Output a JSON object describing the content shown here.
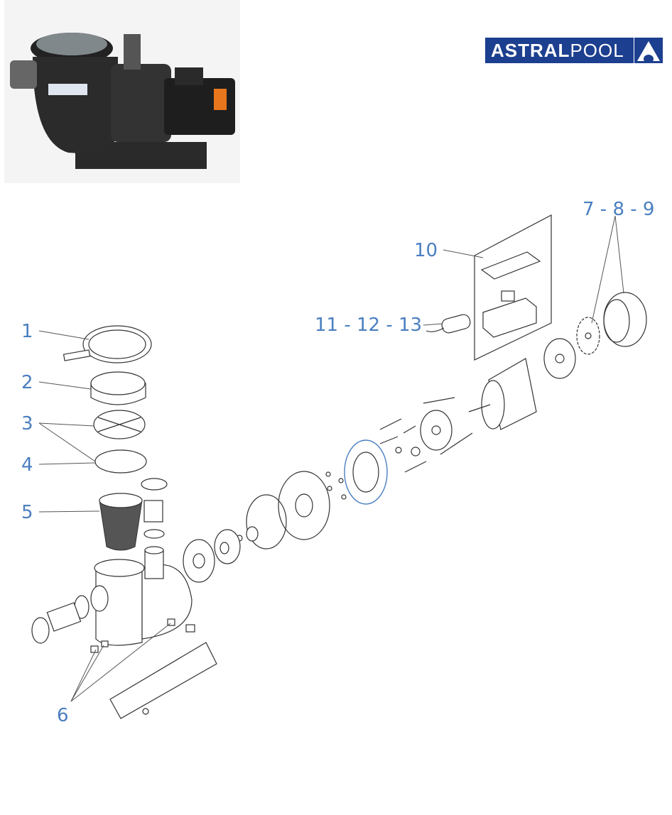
{
  "brand": {
    "logo_text_bold": "ASTRAL",
    "logo_text_light": "POOL",
    "color": "#1d3f8f"
  },
  "labels": {
    "l1": "1",
    "l2": "2",
    "l3": "3",
    "l4": "4",
    "l5": "5",
    "l6": "6",
    "l789": "7 - 8 - 9",
    "l10": "10",
    "l111213": "11 - 12 - 13"
  },
  "label_color": "#4a7fc0"
}
